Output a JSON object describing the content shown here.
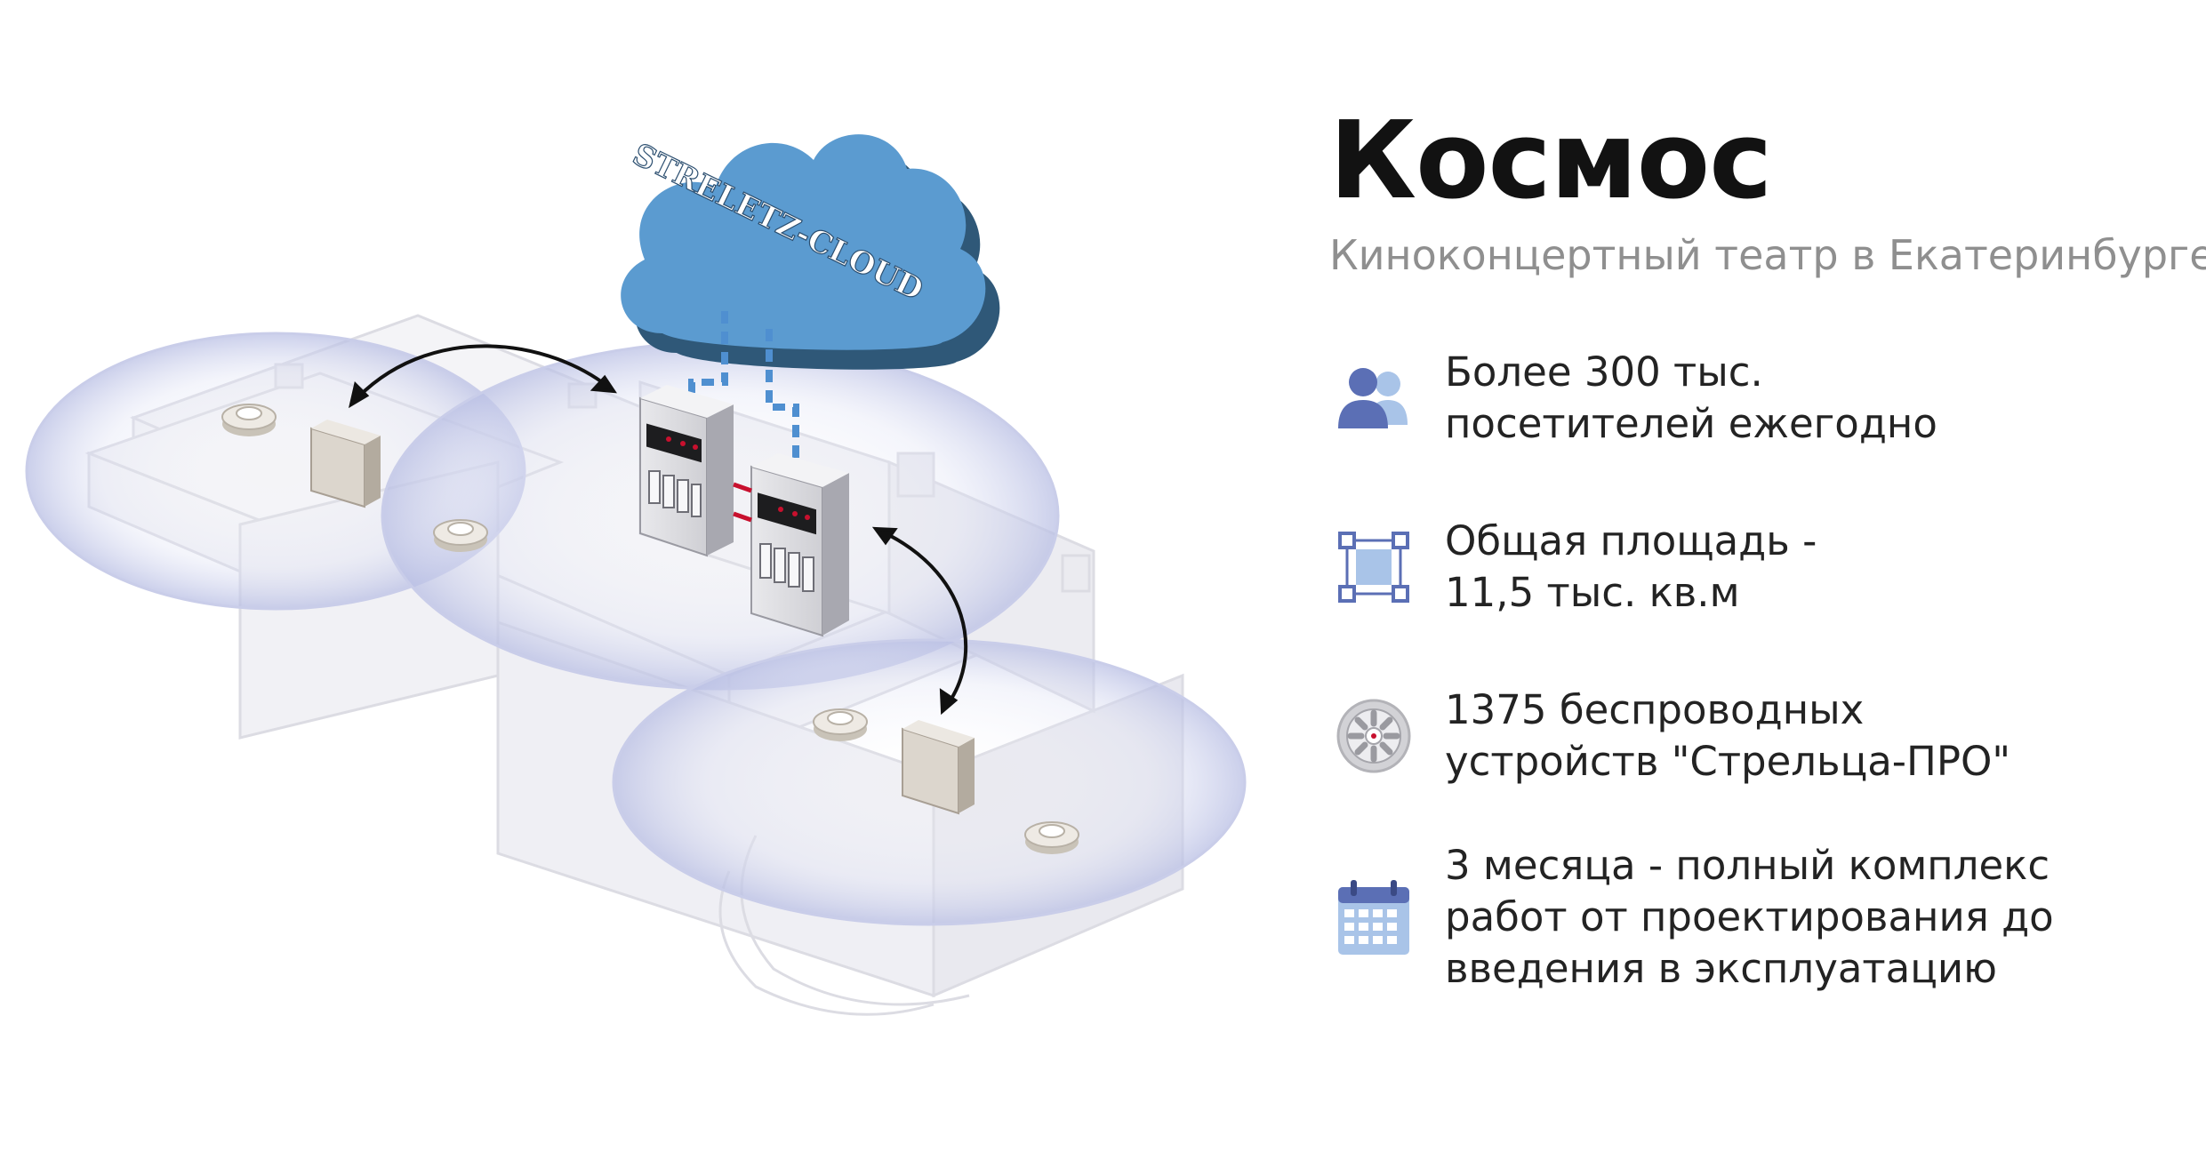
{
  "illustration": {
    "cloud_label": "STRELETZ-CLOUD",
    "colors": {
      "cloud_front": "#5b9bd0",
      "cloud_side": "#2f5878",
      "link": "#4f8fd0",
      "zone": "#c7cbe8",
      "panel_accent": "#c8102e"
    }
  },
  "info": {
    "title": "Космос",
    "subtitle": "Киноконцертный театр в Екатеринбурге",
    "facts": [
      {
        "icon": "people-icon",
        "lines": [
          "Более 300 тыс.",
          "посетителей ежегодно"
        ]
      },
      {
        "icon": "area-icon",
        "lines": [
          "Общая площадь -",
          "11,5 тыс. кв.м"
        ]
      },
      {
        "icon": "detector-icon",
        "lines": [
          "1375 беспроводных",
          "устройств \"Стрельца-ПРО\""
        ]
      },
      {
        "icon": "calendar-icon",
        "lines": [
          "3 месяца - полный комплекс",
          "работ от проектирования до",
          "введения в эксплуатацию"
        ]
      }
    ],
    "colors": {
      "icon_blue": "#5b6fb5",
      "icon_light": "#a9c4e8",
      "subtitle": "#8f8f8f"
    }
  }
}
